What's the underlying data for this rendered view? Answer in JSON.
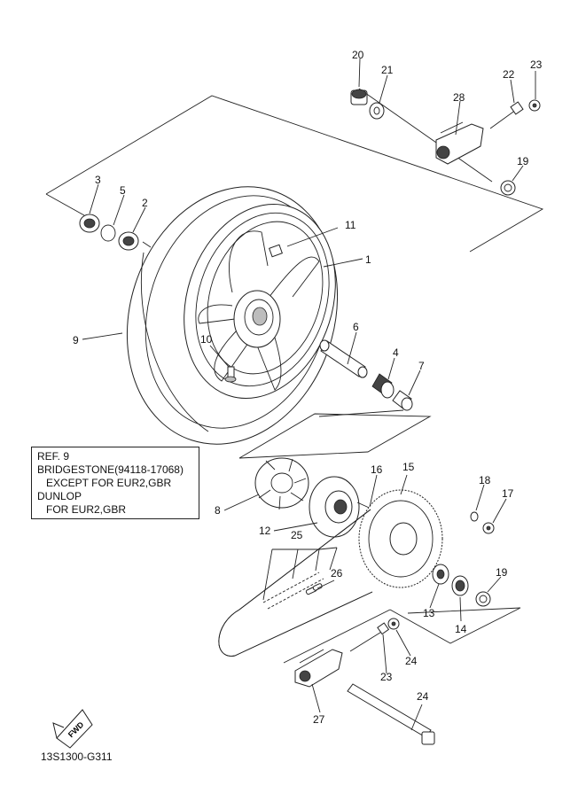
{
  "parts": [
    {
      "id": "p1",
      "label": "1"
    },
    {
      "id": "p2",
      "label": "2"
    },
    {
      "id": "p3",
      "label": "3"
    },
    {
      "id": "p4",
      "label": "4"
    },
    {
      "id": "p5",
      "label": "5"
    },
    {
      "id": "p6",
      "label": "6"
    },
    {
      "id": "p7",
      "label": "7"
    },
    {
      "id": "p8",
      "label": "8"
    },
    {
      "id": "p9",
      "label": "9"
    },
    {
      "id": "p10",
      "label": "10"
    },
    {
      "id": "p11",
      "label": "11"
    },
    {
      "id": "p12",
      "label": "12"
    },
    {
      "id": "p13",
      "label": "13"
    },
    {
      "id": "p14",
      "label": "14"
    },
    {
      "id": "p15",
      "label": "15"
    },
    {
      "id": "p16",
      "label": "16"
    },
    {
      "id": "p17",
      "label": "17"
    },
    {
      "id": "p18",
      "label": "18"
    },
    {
      "id": "p19a",
      "label": "19"
    },
    {
      "id": "p19b",
      "label": "19"
    },
    {
      "id": "p20",
      "label": "20"
    },
    {
      "id": "p21",
      "label": "21"
    },
    {
      "id": "p22",
      "label": "22"
    },
    {
      "id": "p23a",
      "label": "23"
    },
    {
      "id": "p23b",
      "label": "23"
    },
    {
      "id": "p24a",
      "label": "24"
    },
    {
      "id": "p24b",
      "label": "24"
    },
    {
      "id": "p25",
      "label": "25"
    },
    {
      "id": "p26",
      "label": "26"
    },
    {
      "id": "p27",
      "label": "27"
    },
    {
      "id": "p28",
      "label": "28"
    }
  ],
  "ref_box": {
    "line1": "REF. 9",
    "line2": "BRIDGESTONE(94118-17068)",
    "line3": "EXCEPT FOR EUR2,GBR",
    "line4": "DUNLOP",
    "line5": "FOR EUR2,GBR"
  },
  "fwd_label": "FWD",
  "diagram_code": "13S1300-G311"
}
